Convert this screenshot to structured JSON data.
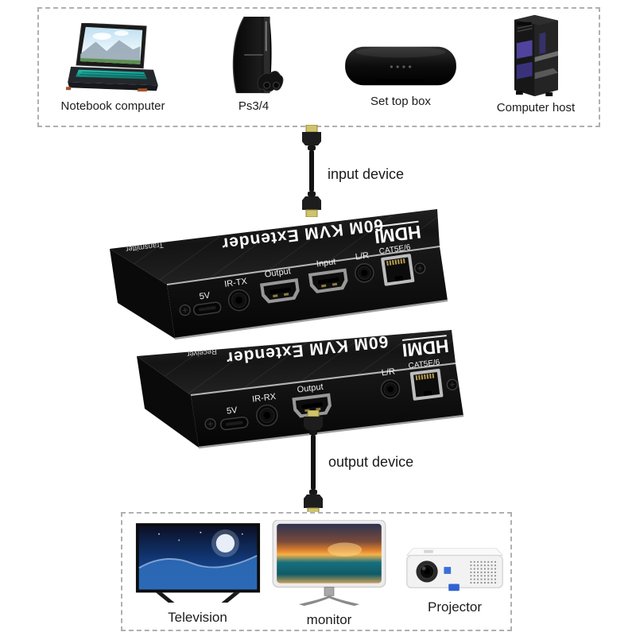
{
  "sections": {
    "input": {
      "caption": "input device",
      "devices": [
        {
          "label": "Notebook computer"
        },
        {
          "label": "Ps3/4"
        },
        {
          "label": "Set top box"
        },
        {
          "label": "Computer host"
        }
      ]
    },
    "output": {
      "caption": "output device",
      "devices": [
        {
          "label": "Television"
        },
        {
          "label": "monitor"
        },
        {
          "label": "Projector"
        }
      ]
    }
  },
  "extenders": {
    "transmitter": {
      "model": "60M KVM Extender",
      "brand": "HDMI",
      "role": "Transmitter",
      "ports": [
        {
          "label": "5V"
        },
        {
          "label": "IR-TX"
        },
        {
          "label": "Output"
        },
        {
          "label": "Input"
        },
        {
          "label": "L/R"
        },
        {
          "label": "CAT5E/6"
        }
      ]
    },
    "receiver": {
      "model": "60M KVM Extender",
      "brand": "HDMI",
      "role": "Receiver",
      "ports": [
        {
          "label": "5V"
        },
        {
          "label": "IR-RX"
        },
        {
          "label": "Output"
        },
        {
          "label": "L/R"
        },
        {
          "label": "CAT5E/6"
        }
      ]
    }
  },
  "colors": {
    "background": "#ffffff",
    "box_border": "#b0b0b0",
    "extender_body": "#141414",
    "label_text": "#1c1c1c",
    "port_label": "#f2f2f2",
    "hdmi_gold": "#cfc36d",
    "silver_edge": "#b5b5b5"
  }
}
